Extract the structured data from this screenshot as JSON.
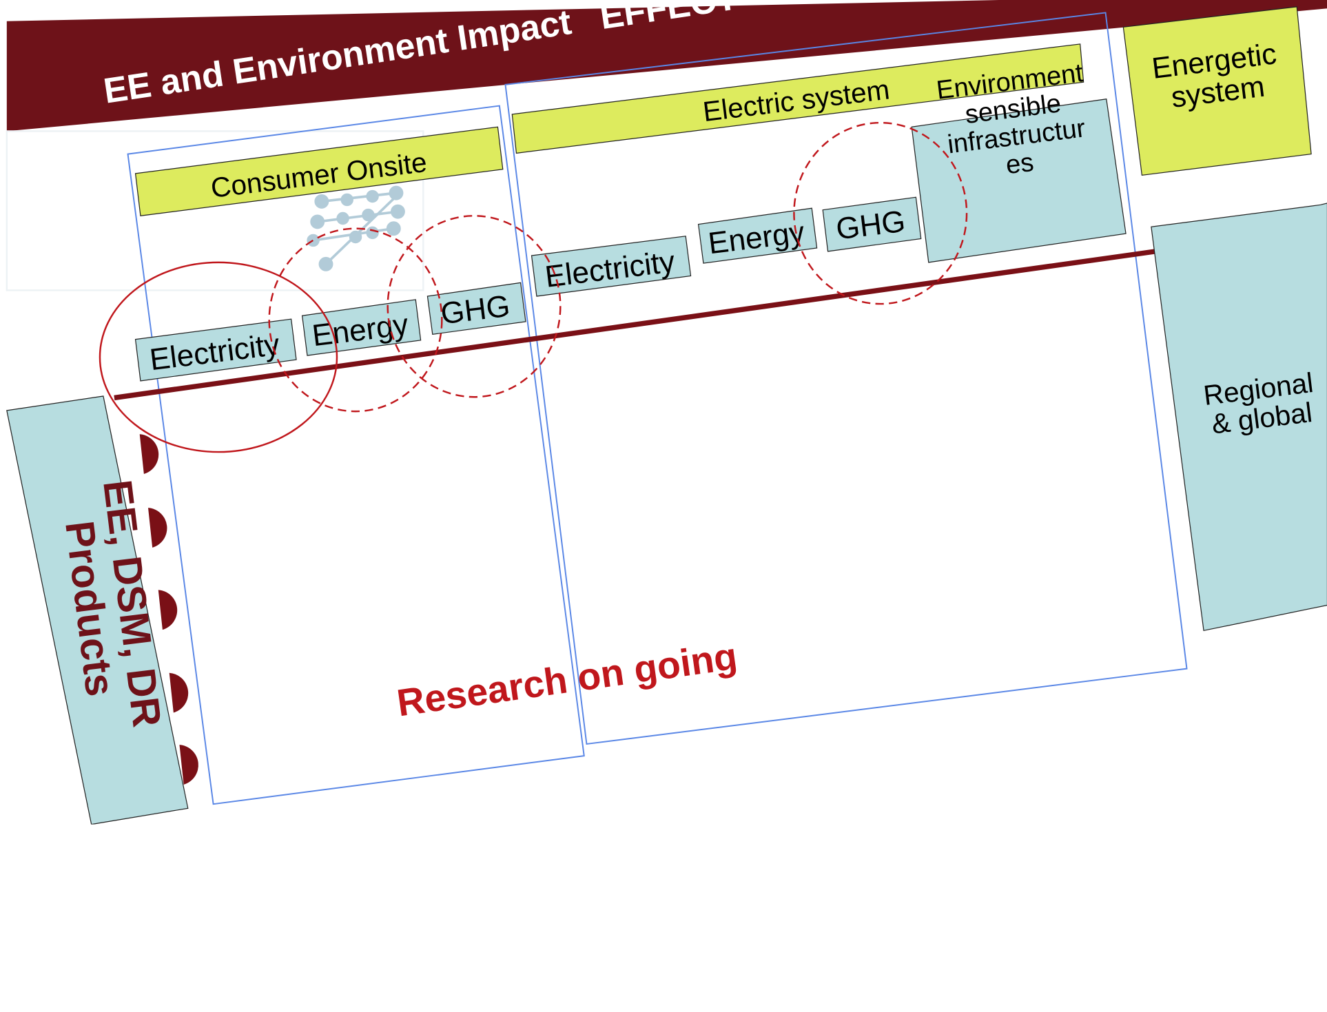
{
  "title": "EE and Environment Impact   EFFECT",
  "scopes": {
    "consumer_onsite": "Consumer Onsite",
    "electric_system": "Electric system",
    "energetic_system": "Energetic\nsystem",
    "regional_global": "Regional\n& global"
  },
  "consumer_boxes": [
    "Electricity",
    "Energy",
    "GHG"
  ],
  "system_boxes": [
    "Electricity",
    "Energy",
    "GHG"
  ],
  "environment_box": "Environment\nsensible\ninfrastructur\nes",
  "products": "EE, DSM, DR\nProducts",
  "research": "Research on going",
  "colors": {
    "banner": "#6e1219",
    "header_yellow": "#ddeb5e",
    "box_teal": "#b7dde0",
    "frame_blue": "#5a87e6",
    "circle_red": "#c0171c",
    "research_red": "#c0171c"
  }
}
